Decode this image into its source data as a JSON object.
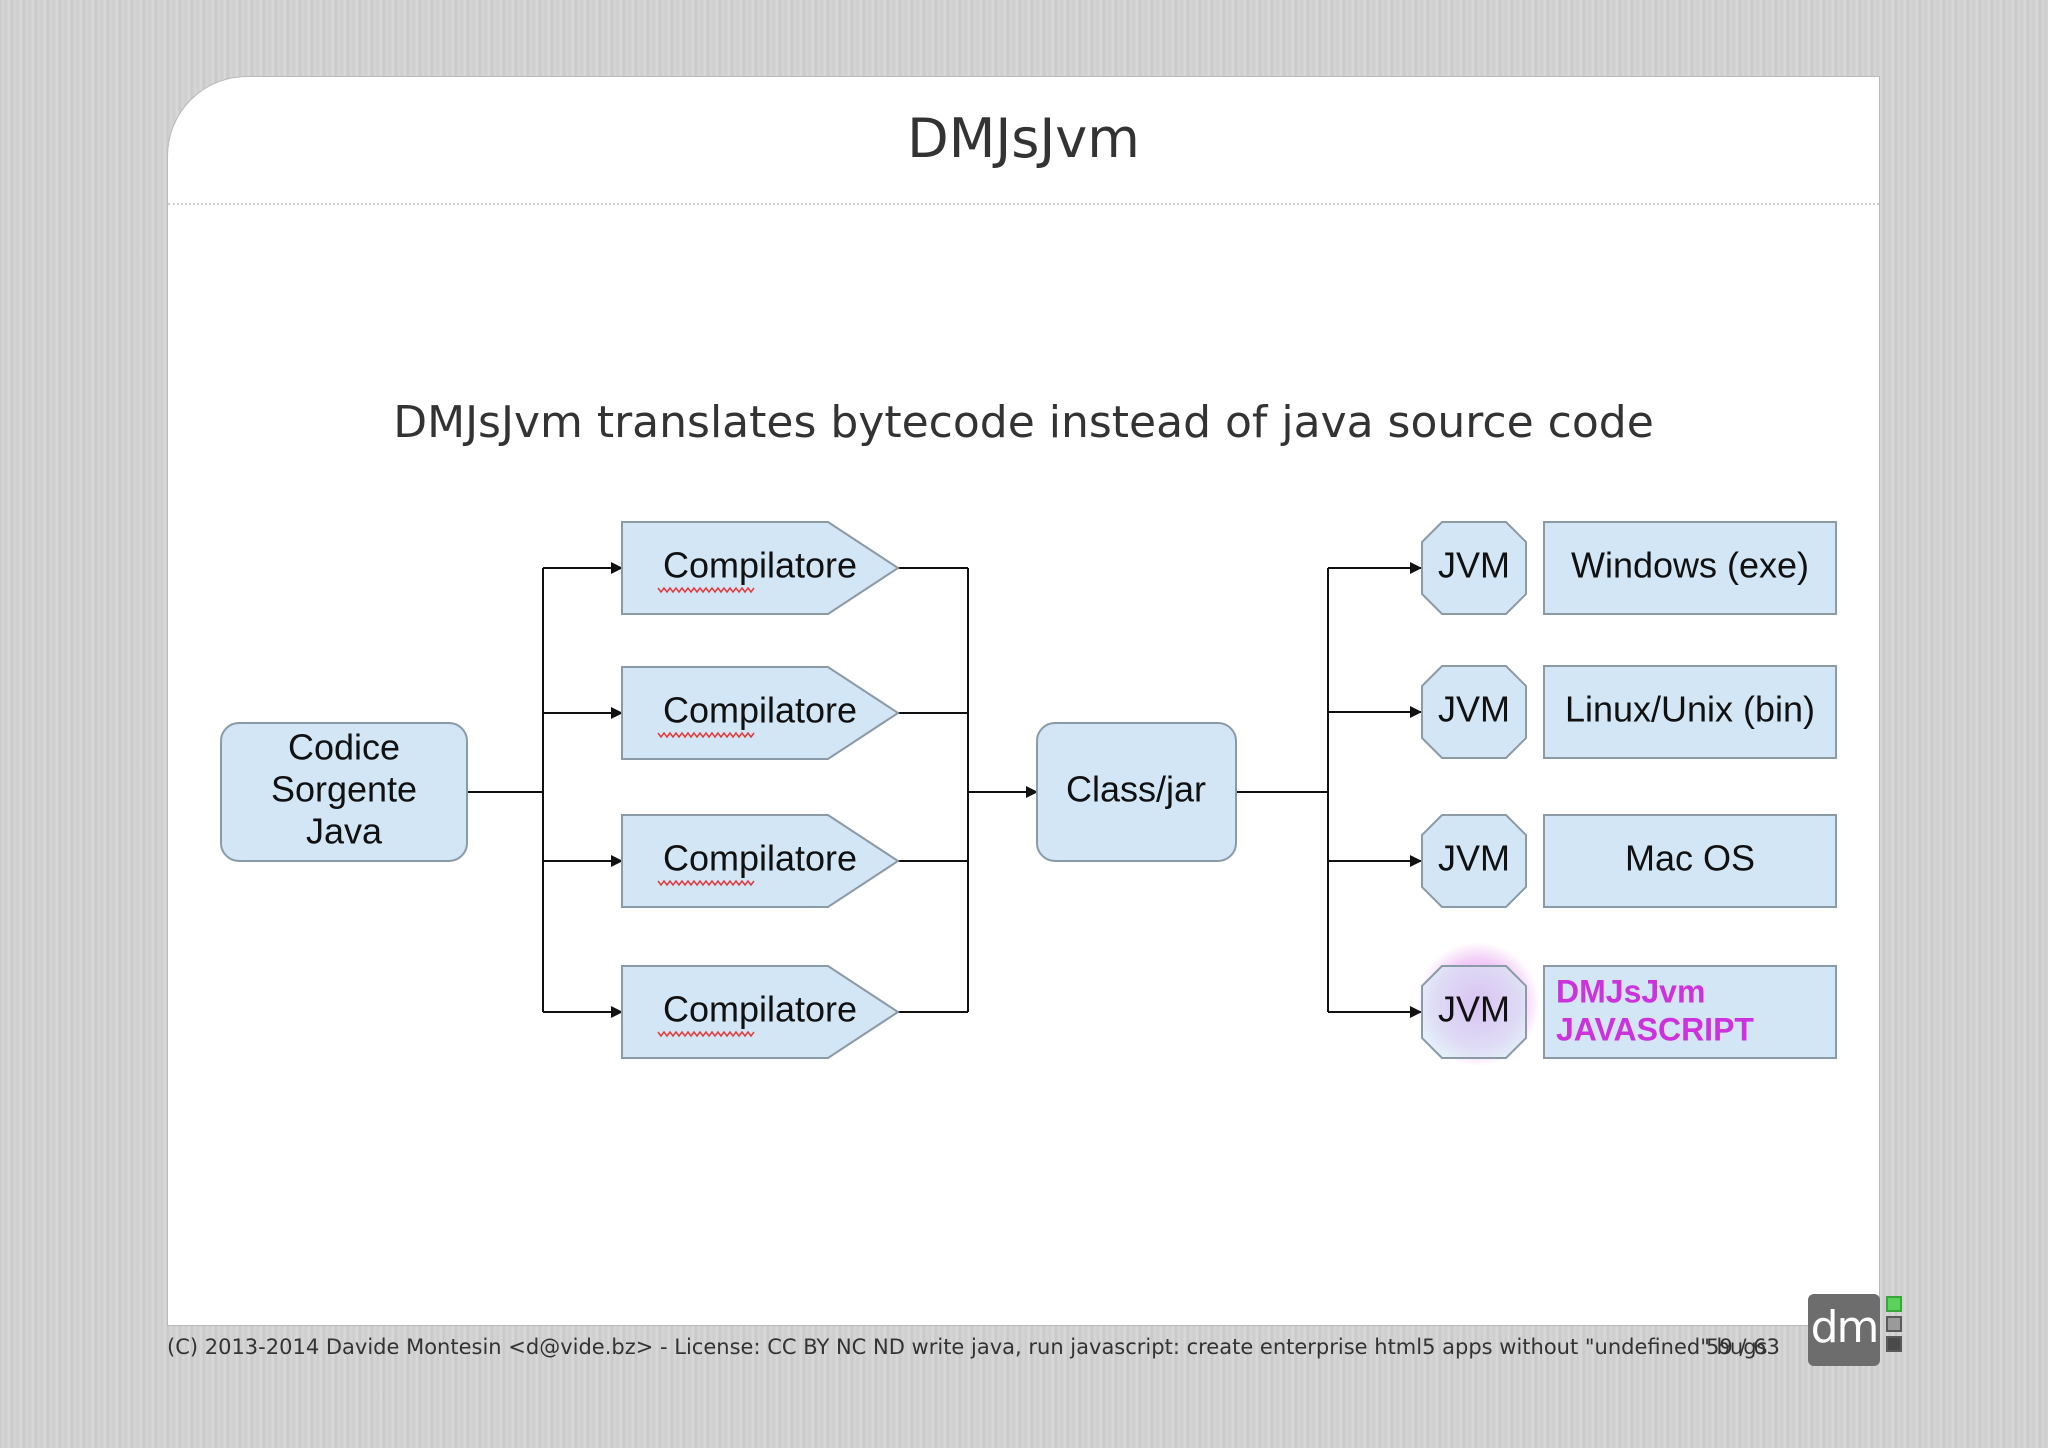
{
  "slide": {
    "title": "DMJsJvm",
    "subtitle": "DMJsJvm translates bytecode instead of java source code"
  },
  "diagram": {
    "source": [
      "Codice",
      "Sorgente",
      "Java"
    ],
    "compilers": [
      "Compilatore",
      "Compilatore",
      "Compilatore",
      "Compilatore"
    ],
    "bytecode": "Class/jar",
    "jvm_label": "JVM",
    "targets": [
      {
        "lines": [
          "Windows (exe)"
        ],
        "color": "#111111"
      },
      {
        "lines": [
          "Linux/Unix (bin)"
        ],
        "color": "#111111"
      },
      {
        "lines": [
          "Mac OS"
        ],
        "color": "#111111"
      },
      {
        "lines": [
          "DMJsJvm",
          "JAVASCRIPT"
        ],
        "color": "#cc33dd"
      }
    ],
    "box_fill": "#d2e6f5",
    "box_stroke": "#8a9aa6",
    "highlight": "#cc33dd"
  },
  "footer": {
    "text": "(C) 2013-2014 Davide Montesin <d@vide.bz> - License: CC BY NC ND write java, run javascript: create enterprise html5 apps without \"undefined\" bugs",
    "page": "59 / 63",
    "logo": "dm"
  }
}
